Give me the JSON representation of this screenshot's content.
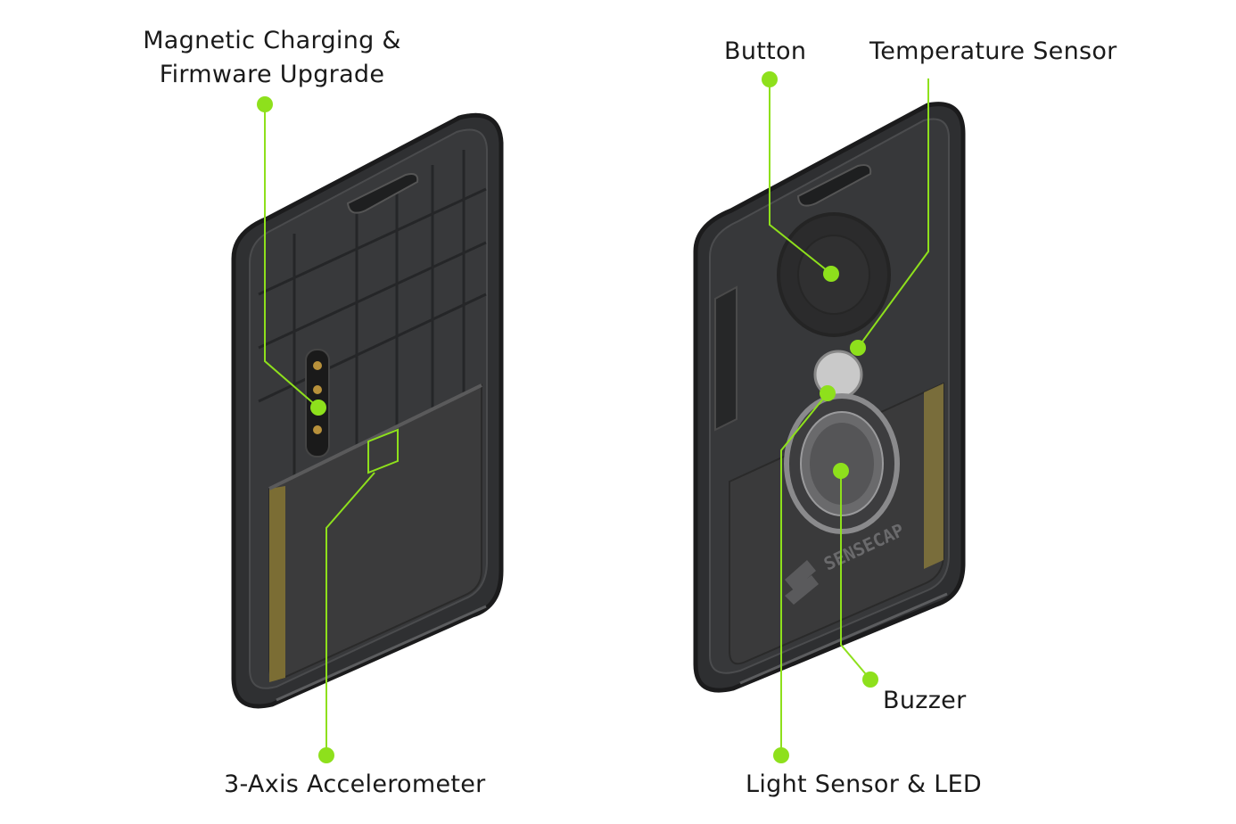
{
  "labels": {
    "magnetic_charging_line1": "Magnetic Charging &",
    "magnetic_charging_line2": "Firmware Upgrade",
    "accelerometer": "3-Axis  Accelerometer",
    "button": "Button",
    "temperature_sensor": "Temperature Sensor",
    "buzzer": "Buzzer",
    "light_sensor_led": "Light Sensor & LED"
  },
  "device_logo_text": "SENSECAP",
  "colors": {
    "callout_green": "#8ee01c",
    "device_body": "#2b2c2e",
    "device_edge": "#3d3e40",
    "battery": "#3a3a3b",
    "battery_side": "#8a7a3c",
    "text": "#1a1a1a"
  }
}
